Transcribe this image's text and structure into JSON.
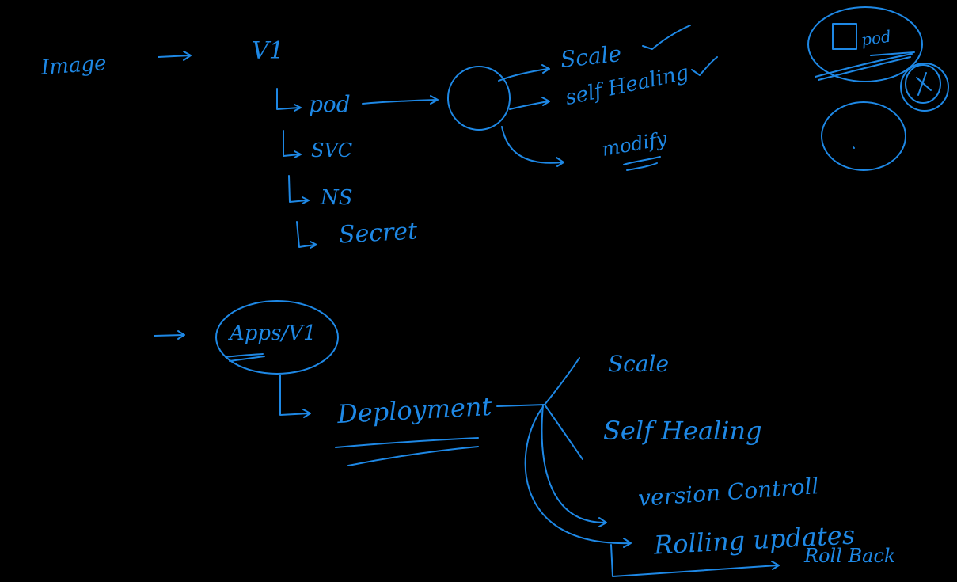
{
  "ink_color": "#1e88e5",
  "background": "#000000",
  "labels": {
    "image": "Image",
    "v1": "V1",
    "pod": "pod",
    "svc": "SVC",
    "ns": "NS",
    "secret": "Secret",
    "scale_top": "Scale",
    "self_healing_top": "self Healing",
    "modify": "modify",
    "pod_small": "pod",
    "apps_v1": "Apps/V1",
    "deployment": "Deployment",
    "scale_bottom": "Scale",
    "self_healing_bottom": "Self Healing",
    "version_control": "version Controll",
    "rolling_updates": "Rolling updates",
    "roll_back": "Roll Back"
  }
}
